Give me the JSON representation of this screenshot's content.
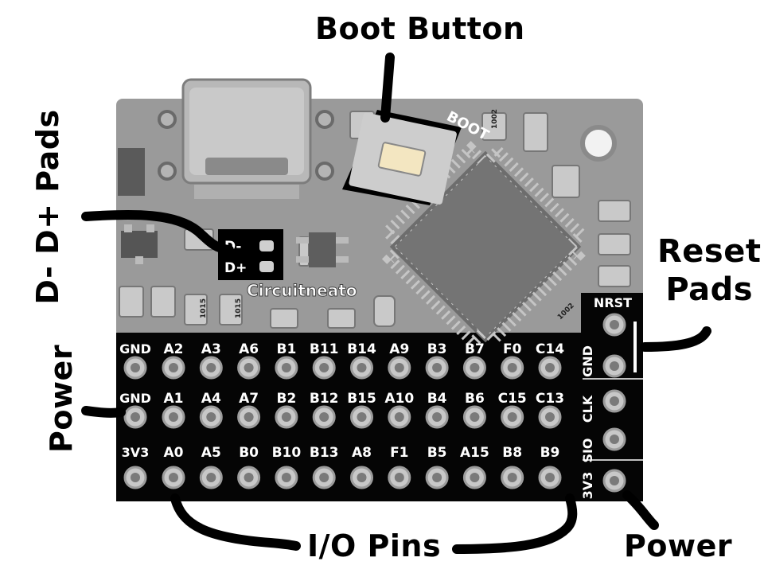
{
  "callouts": {
    "boot_button": "Boot Button",
    "reset_pads": [
      "Reset",
      "Pads"
    ],
    "dm_dp_pads": "D- D+ Pads",
    "power_left": "Power",
    "power_right": "Power",
    "io_pins": "I/O Pins"
  },
  "board": {
    "logo": "Circuitneato",
    "boot_silk": "BOOT",
    "dminus": "D-",
    "dplus": "D+",
    "resistor_codes": [
      "1002",
      "1002",
      "1015",
      "1015"
    ],
    "left_column": [
      "GND",
      "GND",
      "3V3"
    ],
    "header_rows": [
      [
        "A2",
        "A3",
        "A6",
        "B1",
        "B11",
        "B14",
        "A9",
        "B3",
        "B7",
        "F0",
        "C14"
      ],
      [
        "A1",
        "A4",
        "A7",
        "B2",
        "B12",
        "B15",
        "A10",
        "B4",
        "B6",
        "C15",
        "C13"
      ],
      [
        "A0",
        "A5",
        "B0",
        "B10",
        "B13",
        "A8",
        "F1",
        "B5",
        "A15",
        "B8",
        "B9"
      ]
    ],
    "right_column": [
      "NRST",
      "GND",
      "CLK",
      "SIO",
      "3V3"
    ]
  },
  "colors": {
    "pcb_top": "#9a9a9a",
    "pcb_header": "#000000",
    "pad": "#c8c8c8",
    "silk": "#ffffff",
    "ink": "#000000"
  }
}
